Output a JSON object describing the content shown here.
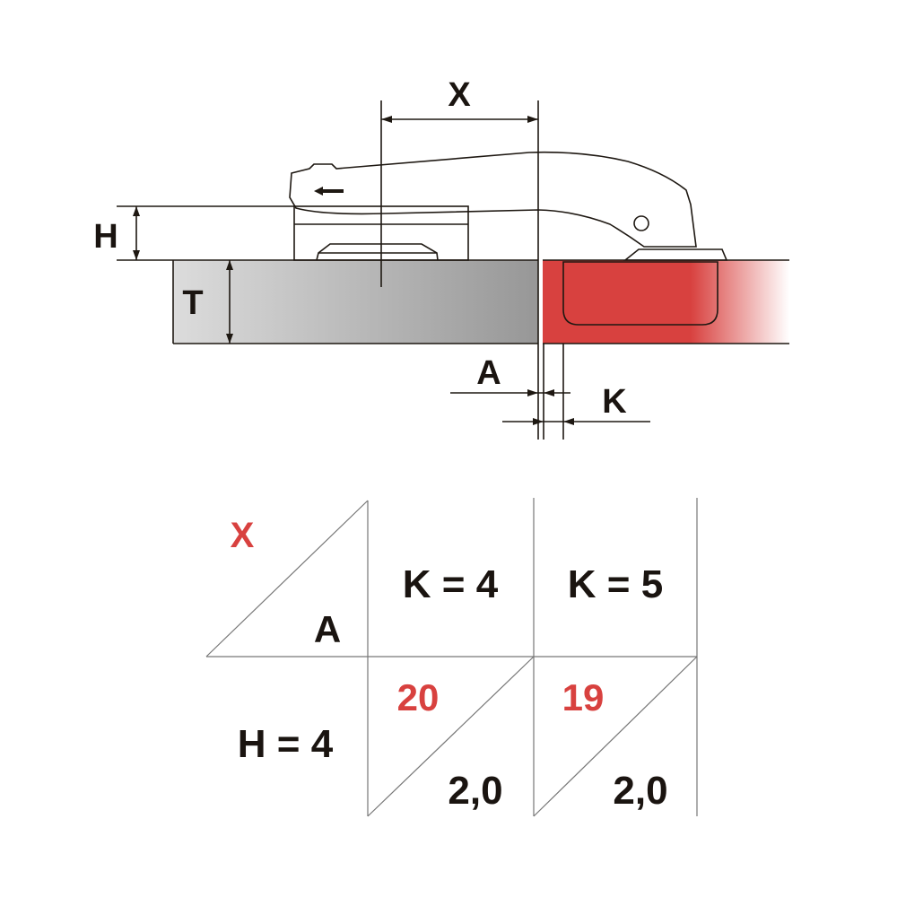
{
  "diagram": {
    "labels": {
      "x": "X",
      "h": "H",
      "t": "T",
      "a": "A",
      "k": "K"
    }
  },
  "table": {
    "corner_top": "X",
    "corner_bottom": "A",
    "columns": [
      "K = 4",
      "K = 5"
    ],
    "rows": [
      {
        "header": "H = 4",
        "cells": [
          {
            "x": "20",
            "a": "2,0"
          },
          {
            "x": "19",
            "a": "2,0"
          }
        ]
      }
    ]
  },
  "colors": {
    "accent_red": "#d8413f",
    "arm_blue": "#93a8c0",
    "base_green": "#63b563",
    "panel_gray": "#b0b0b0"
  }
}
